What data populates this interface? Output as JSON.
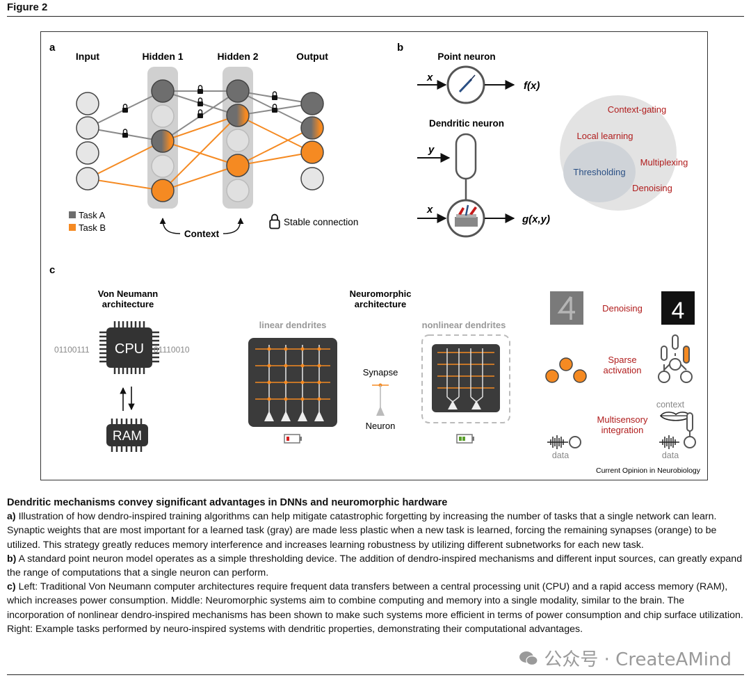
{
  "figure_label": "Figure 2",
  "panel_a": {
    "letter": "a",
    "columns": [
      "Input",
      "Hidden 1",
      "Hidden 2",
      "Output"
    ],
    "legend": [
      "Task A",
      "Task B"
    ],
    "context_label": "Context",
    "stable_label": "Stable connection",
    "colors": {
      "task_a": "#6e6e6e",
      "task_b": "#f58a22",
      "empty": "#e6e6e6",
      "column": "#d0d0d0"
    }
  },
  "panel_b": {
    "letter": "b",
    "point_title": "Point neuron",
    "dendritic_title": "Dendritic neuron",
    "x": "x",
    "y": "y",
    "fx": "f(x)",
    "gxy": "g(x,y)",
    "venn": [
      "Context-gating",
      "Local learning",
      "Thresholding",
      "Multiplexing",
      "Denoising"
    ]
  },
  "panel_c": {
    "letter": "c",
    "von_neumann": [
      "Von Neumann",
      "architecture"
    ],
    "neuromorphic": [
      "Neuromorphic",
      "architecture"
    ],
    "cpu": "CPU",
    "ram": "RAM",
    "bits_left": "01100111",
    "bits_right": "01110010",
    "linear": "linear dendrites",
    "nonlinear": "nonlinear dendrites",
    "synapse": "Synapse",
    "neuron": "Neuron",
    "denoising": "Denoising",
    "digit": "4",
    "sparse": [
      "Sparse",
      "activation"
    ],
    "multisensory": [
      "Multisensory",
      "integration"
    ],
    "context": "context",
    "data": "data",
    "source": "Current Opinion in Neurobiology"
  },
  "caption": {
    "title": "Dendritic mechanisms convey significant advantages in DNNs and neuromorphic hardware",
    "a_label": "a)",
    "a_text": " Illustration of how dendro-inspired training algorithms can help mitigate catastrophic forgetting by increasing the number of tasks that a single network can learn. Synaptic weights that are most important for a learned task (gray) are made less plastic when a new task is learned, forcing the remaining synapses (orange) to be utilized. This strategy greatly reduces memory interference and increases learning robustness by utilizing different subnetworks for each new task.",
    "b_label": "b)",
    "b_text": " A standard point neuron model operates as a simple thresholding device. The addition of dendro-inspired mechanisms and different input sources, can greatly expand the range of computations that a single neuron can perform.",
    "c_label": "c)",
    "c_text": " Left: Traditional Von Neumann computer architectures require frequent data transfers between a central processing unit (CPU) and a rapid access memory (RAM), which increases power consumption. Middle: Neuromorphic systems aim to combine computing and memory into a single modality, similar to the brain. The incorporation of nonlinear dendro-inspired mechanisms has been shown to make such systems more efficient in terms of power consumption and chip surface utilization. Right: Example tasks performed by neuro-inspired systems with dendritic properties, demonstrating their computational advantages."
  },
  "watermark": "公众号 · CreateAMind"
}
